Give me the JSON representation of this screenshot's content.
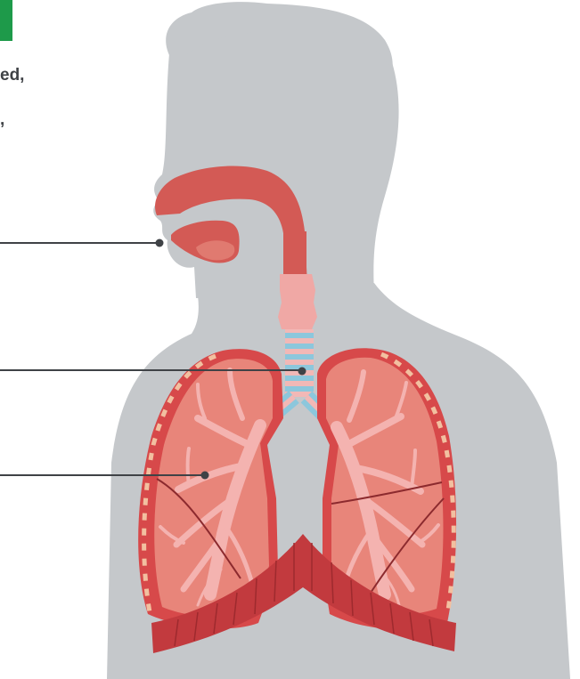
{
  "colors": {
    "accent_green": "#1e9a4a",
    "body_grey": "#c5c8cb",
    "organ_red": "#d35a55",
    "lung_fill": "#e8857a",
    "airway_pink": "#f4b3b0",
    "trachea_blue": "#8cc7dc",
    "muscle_dark": "#b8363a",
    "rib_stripe": "#f2c0a0",
    "pointer_line": "#3f4246"
  },
  "partial_text": {
    "line1": "ed,",
    "line2": ","
  },
  "pointers": [
    "mouth-pointer",
    "trachea-pointer",
    "lung-pointer"
  ]
}
